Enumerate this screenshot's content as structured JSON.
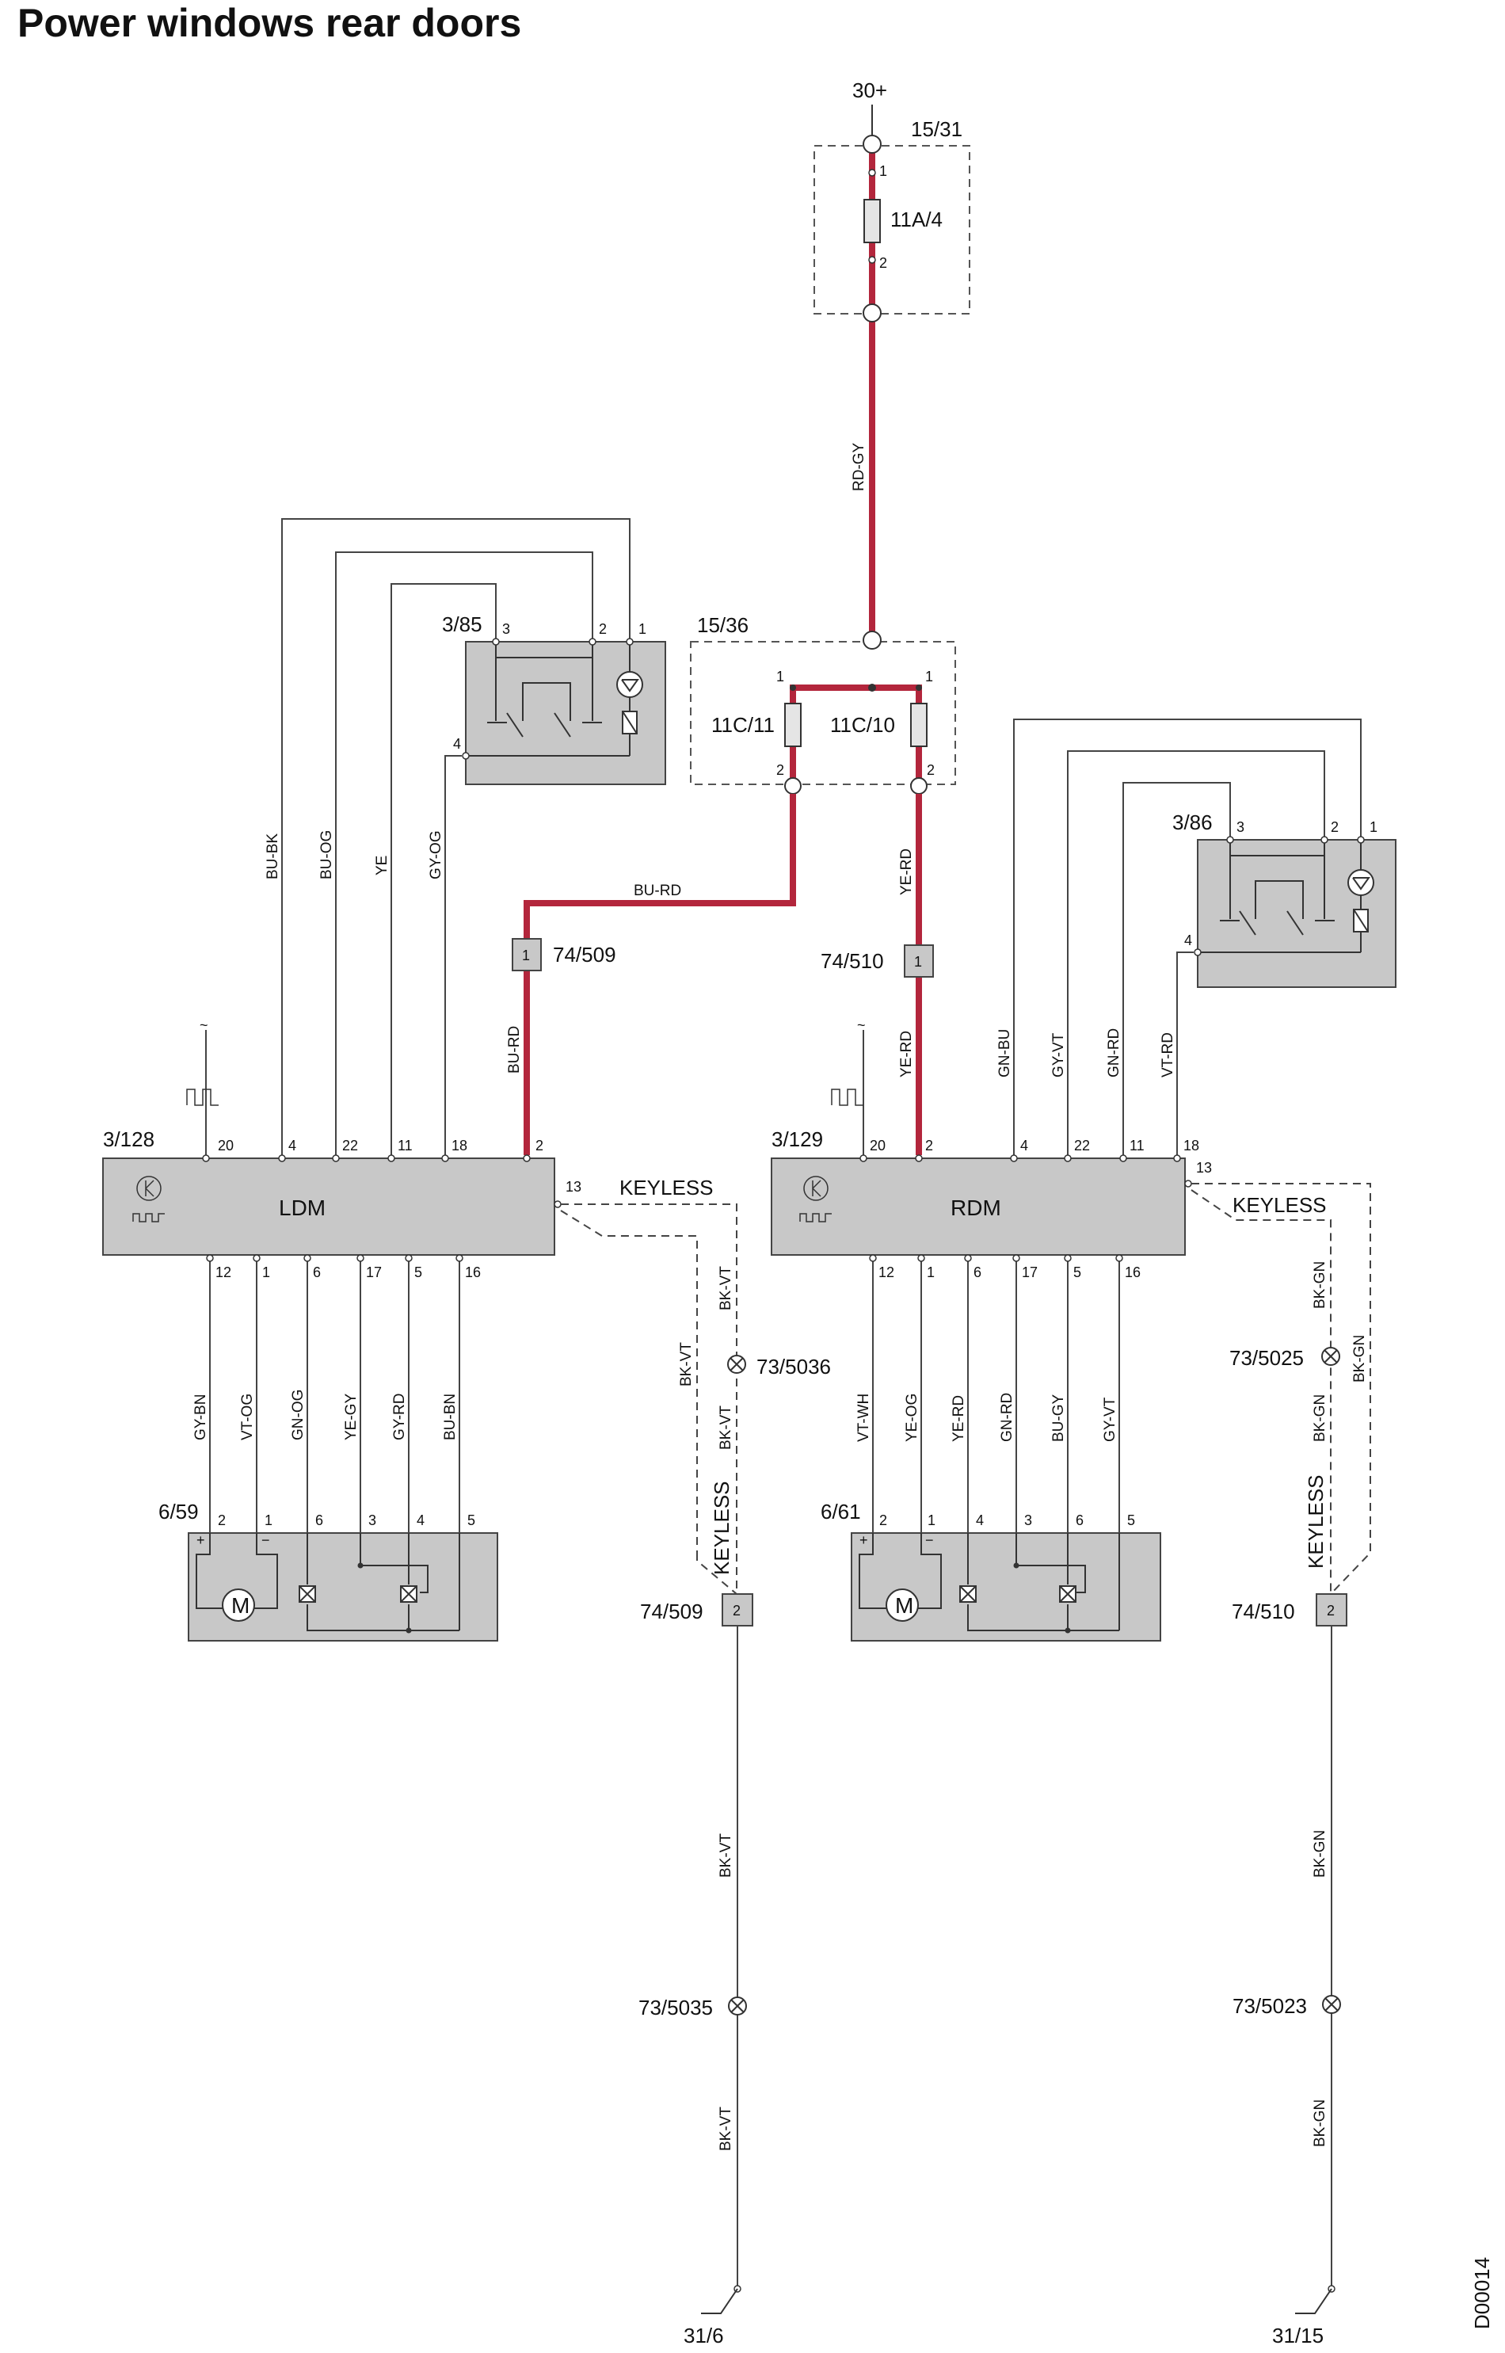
{
  "title": "Power windows rear doors",
  "drawing_id": "D00014",
  "colors": {
    "power_wire": "#b3263c",
    "signal_wire": "#333333",
    "component_fill": "#c8c8c8",
    "component_stroke": "#444444"
  },
  "supply": {
    "terminal": "30+",
    "fusebox": "15/31",
    "fuse": "11A/4",
    "wire": "RD-GY"
  },
  "fusebox_rear": {
    "id": "15/36",
    "fuse_left": "11C/11",
    "fuse_right": "11C/10"
  },
  "pins": {
    "p1": "1",
    "p2": "2",
    "p3": "3",
    "p4": "4",
    "p5": "5",
    "p6": "6",
    "p11": "11",
    "p12": "12",
    "p13": "13",
    "p16": "16",
    "p17": "17",
    "p18": "18",
    "p20": "20",
    "p22": "22"
  },
  "polarity": {
    "plus": "+",
    "minus": "−"
  },
  "motor_symbol": "M",
  "left": {
    "switch_id": "3/85",
    "module_id": "3/128",
    "module_name": "LDM",
    "motor_id": "6/59",
    "conn_top": "74/509",
    "conn_bottom": "74/509",
    "splice_mid": "73/5036",
    "splice_low": "73/5035",
    "ground": "31/6",
    "feed_wire_h": "BU-RD",
    "feed_wire_v": "BU-RD",
    "top_wires": [
      "BU-BK",
      "BU-OG",
      "YE",
      "GY-OG"
    ],
    "bottom_wires": [
      "GY-BN",
      "VT-OG",
      "GN-OG",
      "YE-GY",
      "GY-RD",
      "BU-BN"
    ],
    "keyless_label": "KEYLESS",
    "keyless_vert": "KEYLESS",
    "keyless_wire_a": "BK-VT",
    "keyless_wire_b": "BK-VT",
    "keyless_wire_c": "BK-VT",
    "ground_wire_1": "BK-VT",
    "ground_wire_2": "BK-VT"
  },
  "right": {
    "switch_id": "3/86",
    "module_id": "3/129",
    "module_name": "RDM",
    "motor_id": "6/61",
    "conn_top": "74/510",
    "conn_bottom": "74/510",
    "splice_mid": "73/5025",
    "splice_low": "73/5023",
    "ground": "31/15",
    "feed_wire_v1": "YE-RD",
    "feed_wire_v2": "YE-RD",
    "top_wires": [
      "GN-BU",
      "GY-VT",
      "GN-RD",
      "VT-RD"
    ],
    "bottom_wires": [
      "VT-WH",
      "YE-OG",
      "YE-RD",
      "GN-RD",
      "BU-GY",
      "GY-VT"
    ],
    "keyless_label": "KEYLESS",
    "keyless_vert": "KEYLESS",
    "keyless_wire_a": "BK-GN",
    "keyless_wire_b": "BK-GN",
    "keyless_wire_c": "BK-GN",
    "ground_wire_1": "BK-GN",
    "ground_wire_2": "BK-GN"
  }
}
